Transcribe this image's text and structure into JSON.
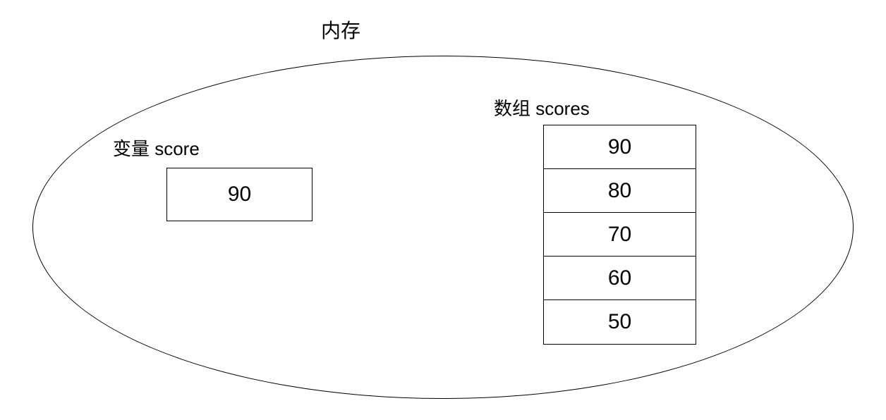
{
  "diagram": {
    "title": "内存",
    "variable": {
      "label": "变量 score",
      "value": "90"
    },
    "array": {
      "label": "数组 scores",
      "cells": [
        "90",
        "80",
        "70",
        "60",
        "50"
      ]
    },
    "colors": {
      "background": "#ffffff",
      "line": "#000000",
      "text": "#000000"
    }
  }
}
